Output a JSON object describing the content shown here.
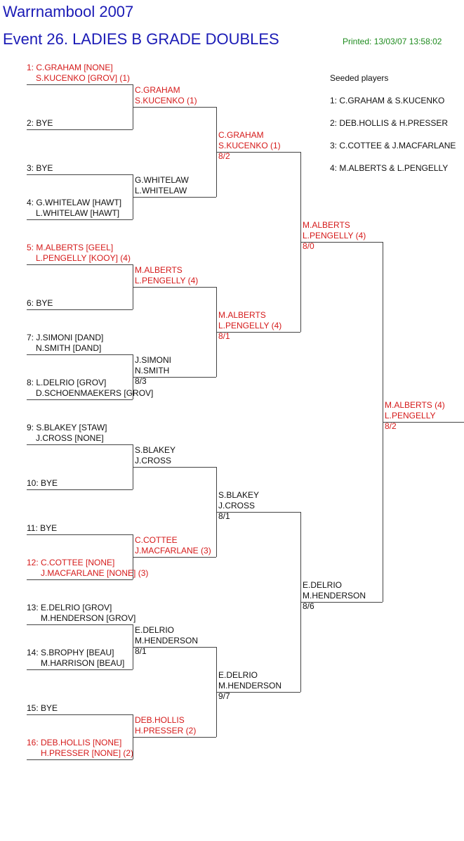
{
  "header": {
    "title": "Warrnambool 2007",
    "event": "Event 26. LADIES B GRADE DOUBLES",
    "printed": "Printed: 13/03/07 13:58:02"
  },
  "seeded": {
    "heading": "Seeded players",
    "items": [
      "1: C.GRAHAM & S.KUCENKO",
      "2: DEB.HOLLIS & H.PRESSER",
      "3: C.COTTEE & J.MACFARLANE",
      "4: M.ALBERTS & L.PENGELLY"
    ]
  },
  "round1": [
    {
      "line1": "1: C.GRAHAM [NONE]",
      "line2": "S.KUCENKO [GROV] (1)",
      "seed": true
    },
    {
      "line1": "2: BYE",
      "line2": "",
      "seed": false
    },
    {
      "line1": "3: BYE",
      "line2": "",
      "seed": false
    },
    {
      "line1": "4: G.WHITELAW [HAWT]",
      "line2": "L.WHITELAW [HAWT]",
      "seed": false
    },
    {
      "line1": "5: M.ALBERTS [GEEL]",
      "line2": "L.PENGELLY [KOOY] (4)",
      "seed": true
    },
    {
      "line1": "6: BYE",
      "line2": "",
      "seed": false
    },
    {
      "line1": "7: J.SIMONI [DAND]",
      "line2": "N.SMITH [DAND]",
      "seed": false
    },
    {
      "line1": "8: L.DELRIO [GROV]",
      "line2": "D.SCHOENMAEKERS [GROV]",
      "seed": false
    },
    {
      "line1": "9: S.BLAKEY [STAW]",
      "line2": "J.CROSS [NONE]",
      "seed": false
    },
    {
      "line1": "10: BYE",
      "line2": "",
      "seed": false
    },
    {
      "line1": "11: BYE",
      "line2": "",
      "seed": false
    },
    {
      "line1": "12: C.COTTEE [NONE]",
      "line2": "J.MACFARLANE [NONE] (3)",
      "seed": true
    },
    {
      "line1": "13: E.DELRIO [GROV]",
      "line2": "M.HENDERSON [GROV]",
      "seed": false
    },
    {
      "line1": "14: S.BROPHY [BEAU]",
      "line2": "M.HARRISON [BEAU]",
      "seed": false
    },
    {
      "line1": "15: BYE",
      "line2": "",
      "seed": false
    },
    {
      "line1": "16: DEB.HOLLIS [NONE]",
      "line2": "H.PRESSER [NONE] (2)",
      "seed": true
    }
  ],
  "round2": [
    {
      "line1": "C.GRAHAM",
      "line2": "S.KUCENKO (1)",
      "score": "",
      "seed": true
    },
    {
      "line1": "G.WHITELAW",
      "line2": "L.WHITELAW",
      "score": "",
      "seed": false
    },
    {
      "line1": "M.ALBERTS",
      "line2": "L.PENGELLY (4)",
      "score": "",
      "seed": true
    },
    {
      "line1": "J.SIMONI",
      "line2": "N.SMITH",
      "score": "8/3",
      "seed": false
    },
    {
      "line1": "S.BLAKEY",
      "line2": "J.CROSS",
      "score": "",
      "seed": false
    },
    {
      "line1": "C.COTTEE",
      "line2": "J.MACFARLANE (3)",
      "score": "",
      "seed": true
    },
    {
      "line1": "E.DELRIO",
      "line2": "M.HENDERSON",
      "score": "8/1",
      "seed": false
    },
    {
      "line1": "DEB.HOLLIS",
      "line2": "H.PRESSER (2)",
      "score": "",
      "seed": true
    }
  ],
  "round3": [
    {
      "line1": "C.GRAHAM",
      "line2": "S.KUCENKO (1)",
      "score": "8/2",
      "seed": true
    },
    {
      "line1": "M.ALBERTS",
      "line2": "L.PENGELLY (4)",
      "score": "8/1",
      "seed": true
    },
    {
      "line1": "S.BLAKEY",
      "line2": "J.CROSS",
      "score": "8/1",
      "seed": false
    },
    {
      "line1": "E.DELRIO",
      "line2": "M.HENDERSON",
      "score": "9/7",
      "seed": false
    }
  ],
  "round4": [
    {
      "line1": "M.ALBERTS",
      "line2": "L.PENGELLY (4)",
      "score": "8/0",
      "seed": true
    },
    {
      "line1": "E.DELRIO",
      "line2": "M.HENDERSON",
      "score": "8/6",
      "seed": false
    }
  ],
  "round5": [
    {
      "line1": "M.ALBERTS (4)",
      "line2": "L.PENGELLY",
      "score": "8/2",
      "seed": true
    }
  ]
}
